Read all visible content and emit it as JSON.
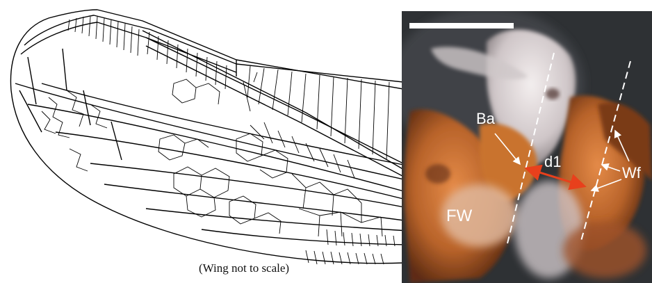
{
  "caption": "(Wing not to scale)",
  "labels": {
    "ba": "Ba",
    "d1": "d1",
    "wf": "Wf",
    "fw": "FW"
  },
  "colors": {
    "wing_line": "#000000",
    "photo_bg": "#2e3134",
    "tissue_orange": "#b8632a",
    "tissue_white": "#e6e0df",
    "arrow_red": "#e8401c",
    "label_white": "#ffffff"
  }
}
